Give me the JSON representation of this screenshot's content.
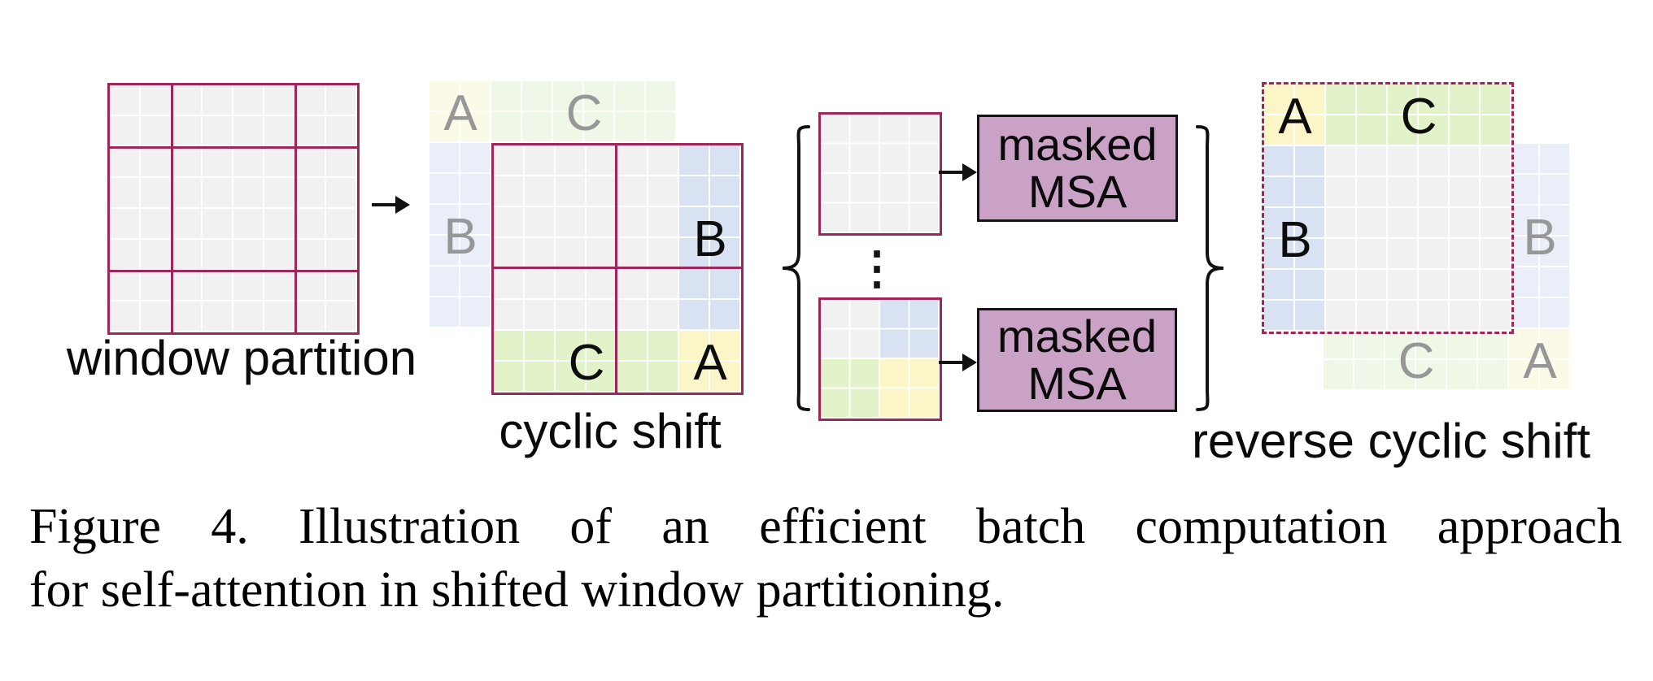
{
  "figure": {
    "labels": {
      "window_partition": "window partition",
      "cyclic_shift": "cyclic shift",
      "reverse_cyclic_shift": "reverse cyclic shift",
      "ellipsis": "⋮"
    },
    "msa_box": {
      "line1": "masked",
      "line2": "MSA"
    },
    "region_letters": {
      "A": "A",
      "B": "B",
      "C": "C"
    },
    "caption": {
      "line1": "Figure 4. Illustration of an efficient batch computation approach",
      "line2": "for self-attention in shifted window partitioning."
    },
    "colors": {
      "window_border_maroon": "#a02558",
      "region_a_yellow": "#fbf5c8",
      "region_b_blue": "#d8e2f2",
      "region_c_green": "#e2f3ca",
      "ghost_a_yellow": "#fbfae7",
      "ghost_b_blue": "#e9eef8",
      "ghost_c_green": "#eff7e6",
      "cell_gray": "#f1f1f2",
      "msa_fill_mauve": "#c9a2c5",
      "ghost_letter_gray": "#979797"
    }
  }
}
